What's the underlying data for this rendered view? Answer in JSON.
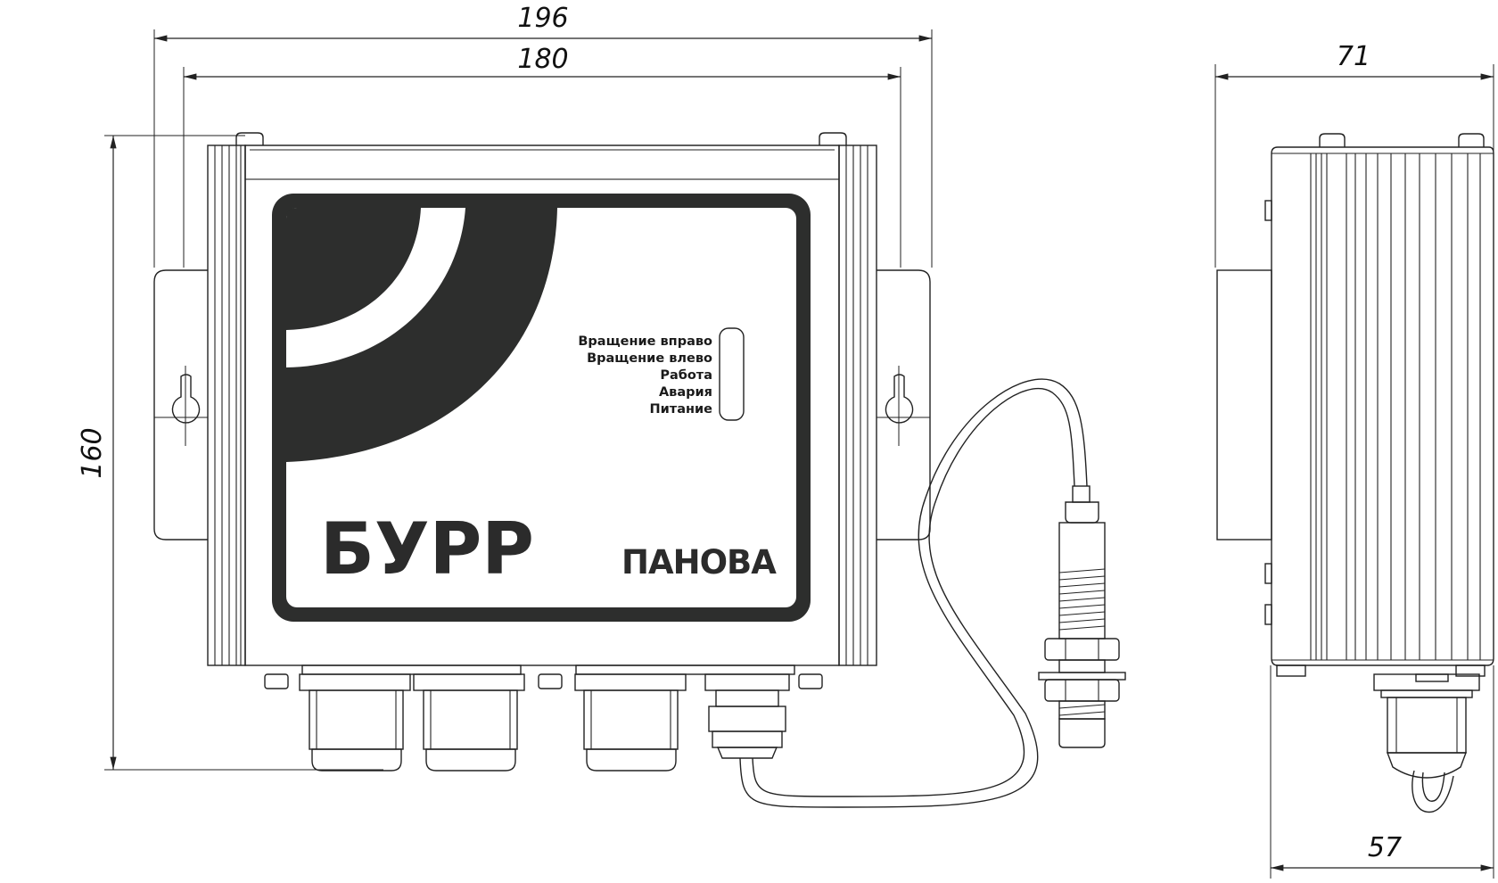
{
  "dimensions": {
    "overall_width": "196",
    "body_width": "180",
    "height": "160",
    "side_depth": "71",
    "side_base_depth": "57"
  },
  "panel": {
    "product_name": "БУРР",
    "brand_name": "ПАНОВА",
    "indicators": [
      "Вращение вправо",
      "Вращение влево",
      "Работа",
      "Авария",
      "Питание"
    ]
  },
  "colors": {
    "panel_dark": "#2d2e2d",
    "line": "#222222",
    "background": "#ffffff"
  }
}
